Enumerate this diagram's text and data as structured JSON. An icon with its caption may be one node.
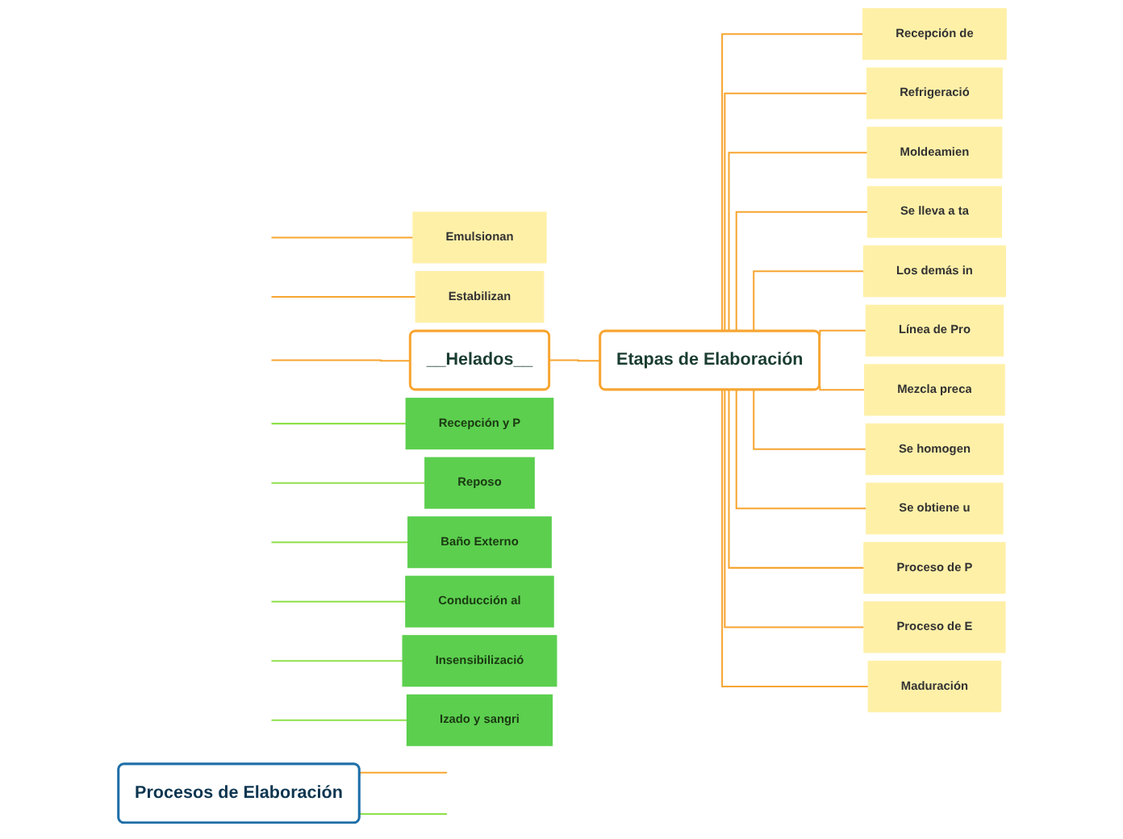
{
  "diagram": {
    "nodes": [
      {
        "text": [
          "Procesos de Elaboración"
        ]
      },
      {
        "text": [
          "Emulsionan"
        ]
      },
      {
        "text": [
          "Estabilizan"
        ]
      },
      {
        "text": [
          "__Helados__"
        ]
      },
      {
        "text": [
          "Etapas de Elaboración"
        ]
      },
      {
        "text": [
          "Recepción de"
        ]
      },
      {
        "text": [
          "Refrigeració"
        ]
      },
      {
        "text": [
          "Moldeamien"
        ]
      },
      {
        "text": [
          "Se lleva a ta"
        ]
      },
      {
        "text": [
          "Los demás in"
        ]
      },
      {
        "text": [
          "Línea de Pro"
        ]
      },
      {
        "text": [
          "Mezcla preca"
        ]
      },
      {
        "text": [
          "Se homogen"
        ]
      },
      {
        "text": [
          "Se obtiene u"
        ]
      },
      {
        "text": [
          "Proceso de P"
        ]
      },
      {
        "text": [
          "Proceso de E"
        ]
      },
      {
        "text": [
          "Maduración"
        ]
      },
      {
        "text": [
          "Recepción y P"
        ]
      },
      {
        "text": [
          "Reposo"
        ]
      },
      {
        "text": [
          "Baño Externo"
        ]
      },
      {
        "text": [
          "Conducción al"
        ]
      },
      {
        "text": [
          "Insensibilizació"
        ]
      },
      {
        "text": [
          "Izado y sangri"
        ]
      }
    ],
    "edges": [
      {
        "from": 0,
        "to": null,
        "arrow": "none"
      },
      {
        "from": 0,
        "to": null,
        "arrow": "none",
        "color": "#8ee04a"
      },
      {
        "from": null,
        "to": 3,
        "arrow": "none"
      },
      {
        "from": null,
        "to": 1,
        "arrow": "none"
      },
      {
        "from": null,
        "to": 2,
        "arrow": "none"
      },
      {
        "from": 3,
        "to": 4,
        "arrow": "none"
      },
      {
        "from": 4,
        "to": 5,
        "arrow": "none"
      },
      {
        "from": 4,
        "to": 6,
        "arrow": "none"
      },
      {
        "from": 4,
        "to": 7,
        "arrow": "none"
      },
      {
        "from": 4,
        "to": 8,
        "arrow": "none"
      },
      {
        "from": 4,
        "to": 9,
        "arrow": "none"
      },
      {
        "from": 4,
        "to": 10,
        "arrow": "none"
      },
      {
        "from": 4,
        "to": 11,
        "arrow": "none"
      },
      {
        "from": 4,
        "to": 12,
        "arrow": "none"
      },
      {
        "from": 4,
        "to": 13,
        "arrow": "none"
      },
      {
        "from": 4,
        "to": 14,
        "arrow": "none"
      },
      {
        "from": 4,
        "to": 15,
        "arrow": "none"
      },
      {
        "from": 4,
        "to": 16,
        "arrow": "none"
      },
      {
        "from": null,
        "to": 17,
        "arrow": "none",
        "color": "#8ee04a"
      },
      {
        "from": null,
        "to": 18,
        "arrow": "none",
        "color": "#8ee04a"
      },
      {
        "from": null,
        "to": 19,
        "arrow": "none",
        "color": "#8ee04a"
      },
      {
        "from": null,
        "to": 20,
        "arrow": "none",
        "color": "#8ee04a"
      },
      {
        "from": null,
        "to": 21,
        "arrow": "none",
        "color": "#8ee04a"
      },
      {
        "from": null,
        "to": 22,
        "arrow": "none",
        "color": "#8ee04a"
      }
    ]
  }
}
